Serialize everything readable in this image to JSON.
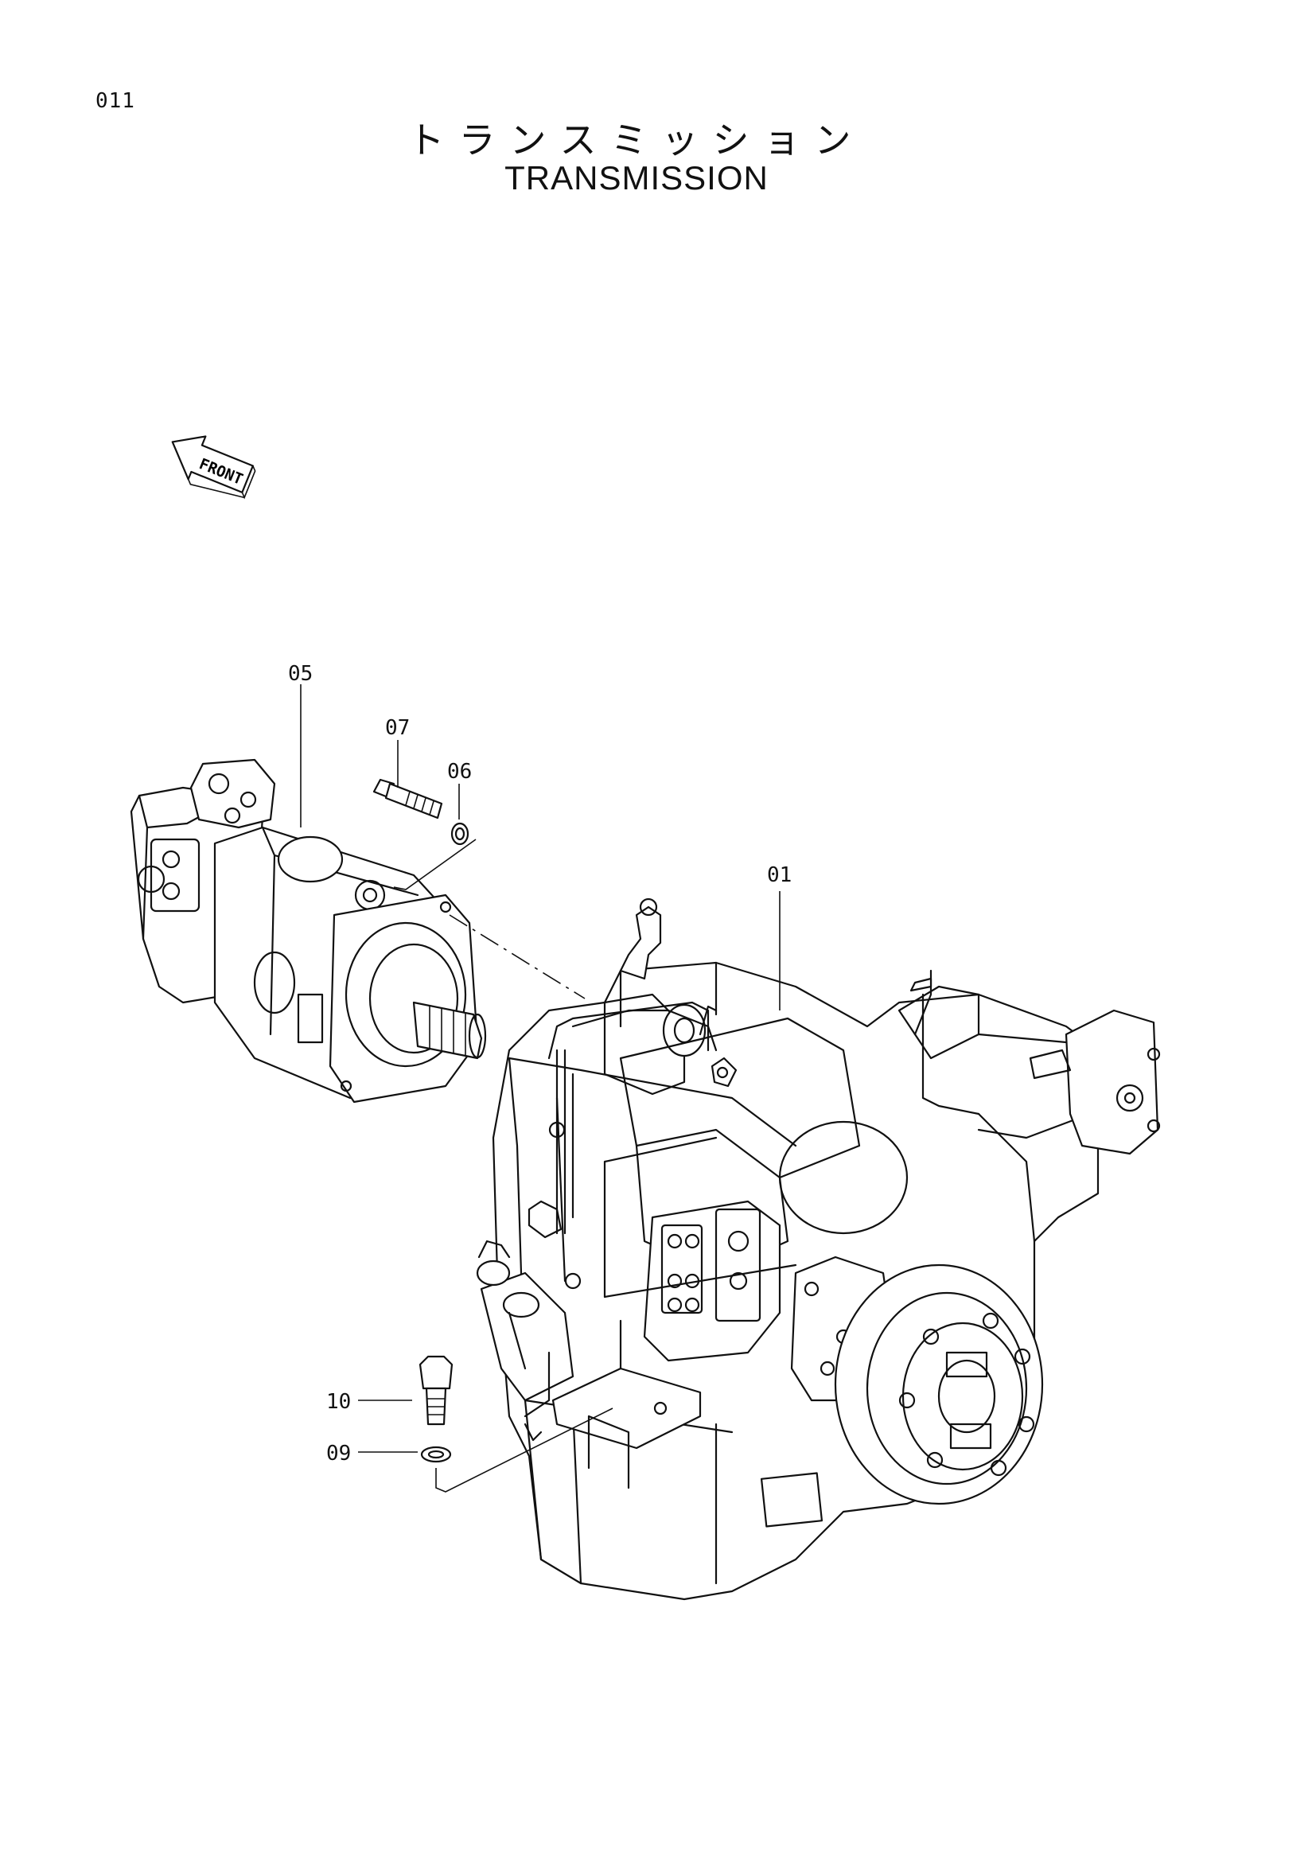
{
  "page": {
    "number": "011"
  },
  "title": {
    "japanese": "トランスミッション",
    "english": "TRANSMISSION"
  },
  "front_indicator": {
    "label": "FRONT"
  },
  "callouts": [
    {
      "id": "05",
      "label": "05"
    },
    {
      "id": "07",
      "label": "07"
    },
    {
      "id": "06",
      "label": "06"
    },
    {
      "id": "01",
      "label": "01"
    },
    {
      "id": "10",
      "label": "10"
    },
    {
      "id": "09",
      "label": "09"
    }
  ]
}
